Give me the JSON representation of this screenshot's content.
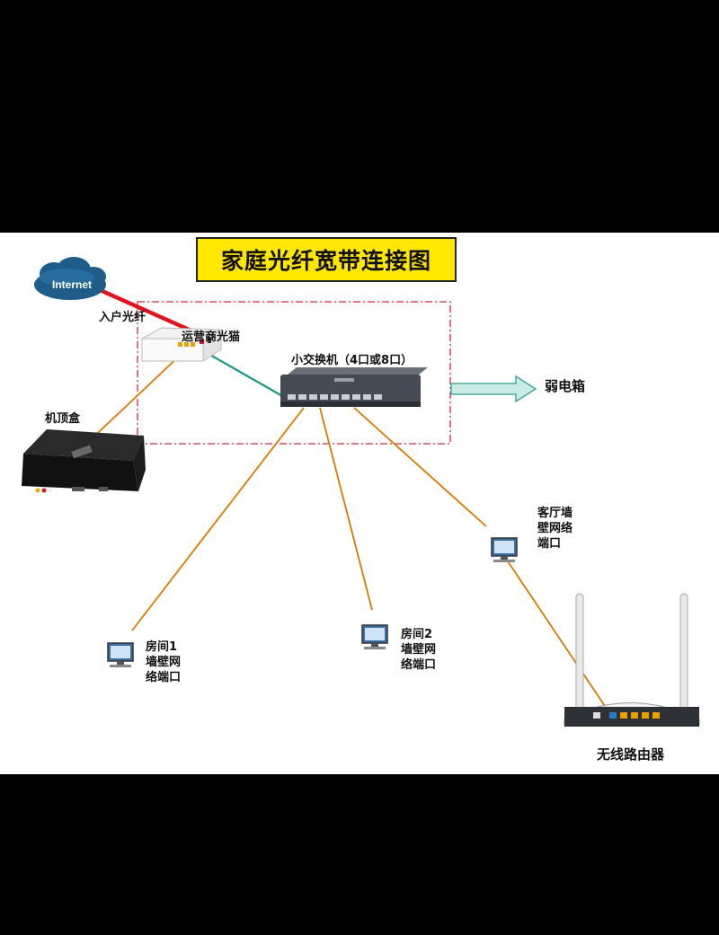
{
  "title": "家庭光纤宽带连接图",
  "labels": {
    "internet": "Internet",
    "fiber_in": "入户光纤",
    "onu": "运营商光猫",
    "switch": "小交换机（4口或8口）",
    "weak_box": "弱电箱",
    "stb": "机顶盒",
    "room1": [
      "房间1",
      "墙壁网",
      "络端口"
    ],
    "room2": [
      "房间2",
      "墙壁网",
      "络端口"
    ],
    "living": [
      "客厅墙",
      "壁网络",
      "端口"
    ],
    "router": "无线路由器"
  },
  "colors": {
    "fiber": "#e0141e",
    "ethernet": "#d97a00",
    "onu_switch_link": "#1a9a86",
    "title_bg": "#ffe800",
    "dash_box": "#d4283a",
    "arrow_fill": "#c8ebe6",
    "arrow_stroke": "#4ca79a",
    "cloud": "#1e5d8a"
  },
  "icons": [
    "cloud-icon",
    "onu-device-icon",
    "switch-device-icon",
    "set-top-box-icon",
    "monitor-icon",
    "wireless-router-icon",
    "right-arrow-icon"
  ]
}
